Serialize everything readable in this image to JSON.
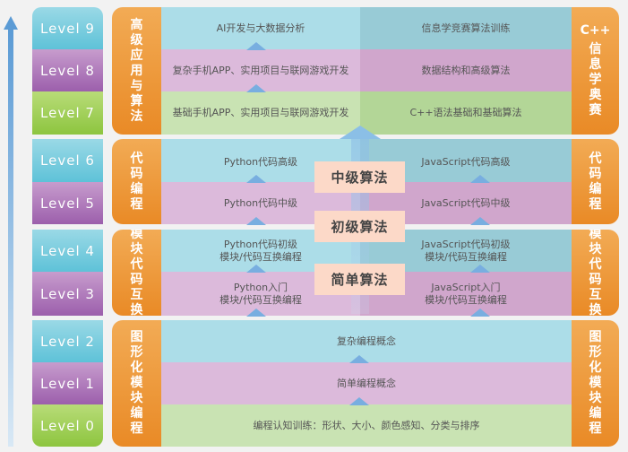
{
  "levels": [
    "Level 9",
    "Level 8",
    "Level 7",
    "Level 6",
    "Level 5",
    "Level 4",
    "Level 3",
    "Level 2",
    "Level 1",
    "Level 0"
  ],
  "stages": {
    "advanced": {
      "left_label": "高级应用与算法",
      "right_label_top": "C++",
      "right_label": "信息学奥赛",
      "left": [
        "AI开发与大数据分析",
        "复杂手机APP、实用项目与联网游戏开发",
        "基础手机APP、实用项目与联网游戏开发"
      ],
      "right": [
        "信息学竞赛算法训练",
        "数据结构和高级算法",
        "C++语法基础和基础算法"
      ]
    },
    "coding": {
      "left_label": "代码编程",
      "right_label": "代码编程",
      "left": [
        "Python代码高级",
        "Python代码中级"
      ],
      "right": [
        "JavaScript代码高级",
        "JavaScript代码中级"
      ]
    },
    "interchange": {
      "left_label": "模块代码互换",
      "right_label": "模块代码互换",
      "left": [
        [
          "Python代码初级",
          "模块/代码互换编程"
        ],
        [
          "Python入门",
          "模块/代码互换编程"
        ]
      ],
      "right": [
        [
          "JavaScript代码初级",
          "模块/代码互换编程"
        ],
        [
          "JavaScript入门",
          "模块/代码互换编程"
        ]
      ]
    },
    "graphical": {
      "left_label": "图形化模块编程",
      "right_label": "图形化模块编程",
      "rows": [
        "复杂编程概念",
        "简单编程概念",
        "编程认知训练：形状、大小、颜色感知、分类与排序"
      ]
    }
  },
  "algorithms": [
    "中级算法",
    "初级算法",
    "简单算法"
  ],
  "colors": {
    "orange": "#e98a26",
    "blue": "#acdde8",
    "pink": "#dcbadb",
    "green": "#c9e3b3",
    "algo": "#fcd9c8",
    "arrow": "#5b9bd5"
  }
}
